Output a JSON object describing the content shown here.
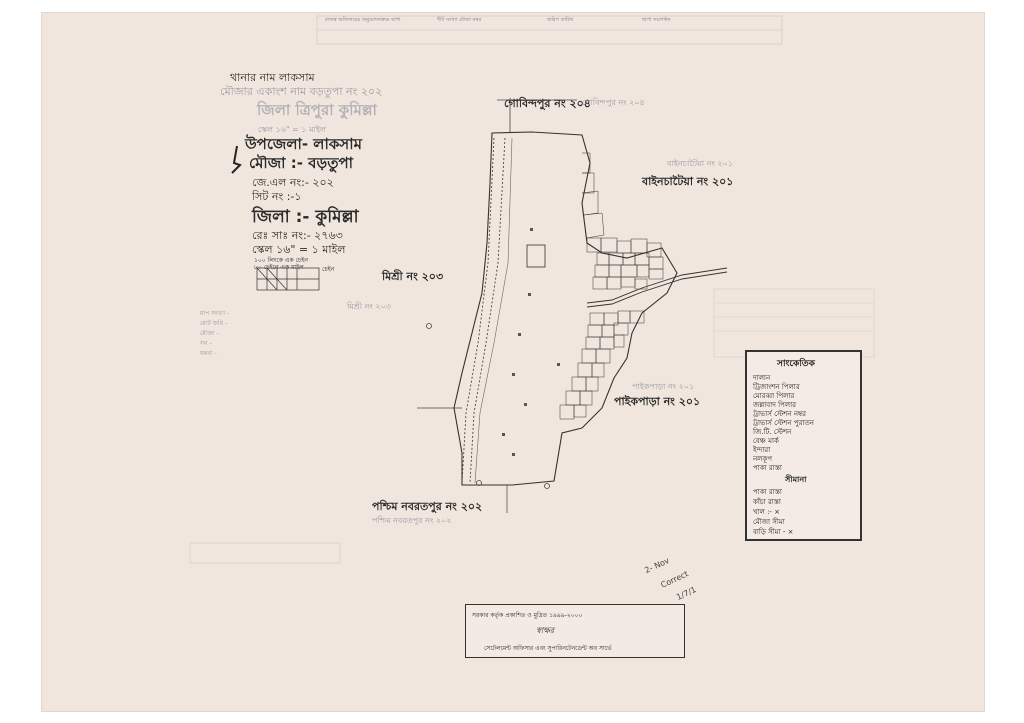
{
  "header_strip": [
    "রাজস্ব অফিসারের অনুমোদনক্রমে ছাপা",
    "শীট সংখ্যা   মৌজা নম্বর",
    "জরিপ   তারিখ",
    "ছাপা   সংশোধন"
  ],
  "title_block": {
    "thana": "থানার নাম লাকসাম",
    "mouza_jl_old": "মৌজার একাংশ নাম বড়তুপা নং ২০২",
    "district_old": "জিলা ত্রিপুরা কুমিল্লা",
    "scale_old": "স্কেল ১৬\" = ১ মাইল",
    "upazila": "উপজেলা- লাকসাম",
    "mouza": "মৌজা :- বড়তুপা",
    "jl_no": "জে.এল নং:- ২০২",
    "sheet_no": "সিট নং :-১",
    "district": "জিলা :- কুমিল্লা",
    "rs_no": "রেঃ সাঃ নং:- ২৭৬৩",
    "scale": "স্কেল ১৬\" = ১ মাইল",
    "chain1": "১০০ লিংকে এক চেইন",
    "chain2": "৮০ চেইনে এক মাইল",
    "chain_unit": "চেইন"
  },
  "neighbours": {
    "north": "গোবিন্দপুর নং ২০৪",
    "north_old": "গোবিন্দপুর নং ২০৪",
    "northeast": "বাইনচাটৈয়া নং ২০১",
    "northeast_old": "বাইনচাটৈয়া নং ২০১",
    "west": "মিশ্রী নং ২০৩",
    "west_old": "মিশ্রী নং ২০৩",
    "east": "পাইকপাড়া নং ২০১",
    "east_old": "পাইকপাড়া নং ২০১",
    "south": "পশ্চিম নবরতপুর নং ২০২",
    "south_old": "পশ্চিম নবরতপুর নং ২০২"
  },
  "legend": {
    "title": "সাংকেতিক",
    "items": [
      "দালান",
      "ট্রিজাংশন পিলার",
      "মোরব্বা পিলার",
      "জল্লাবাদ পিলার",
      "ট্রাভার্স স্টেশন নম্বর",
      "ট্রাভার্স স্টেশন পুরাতন",
      "জি.টি. স্টেশন",
      "বেঞ্চ মার্ক",
      "ইন্দারা",
      "নলকূপ",
      "পাকা রাস্তা"
    ],
    "section2_title": "সীমানা",
    "items2": [
      "পাকা রাস্তা",
      "কাঁচা রাস্তা",
      "খাল :- ×",
      "মৌজা সীমা",
      "বাড়ি সীমা - ×"
    ]
  },
  "footer": {
    "printed": "সরকার কর্তৃক প্রকাশিত ও মুদ্রিত ১৯৯৯-২০০০",
    "signature": "স্বাক্ষর",
    "authority": "সেটেলমেন্ট অফিসার এবং সুপারিনটেনডেন্ট অব সার্ভে"
  },
  "side_notes_left": [
    "মাপ সংখ্যা -",
    "মোট জমি -",
    "মৌজা -",
    "সন -",
    "মন্তব্য -"
  ],
  "handwritten": {
    "margin1": "2- Nov",
    "margin2": "Correct",
    "margin3": "1/7/1"
  },
  "colors": {
    "ink": "#2a2a2a",
    "paper": "#f1e6dd",
    "faint_ink": "#9a9aa6"
  }
}
